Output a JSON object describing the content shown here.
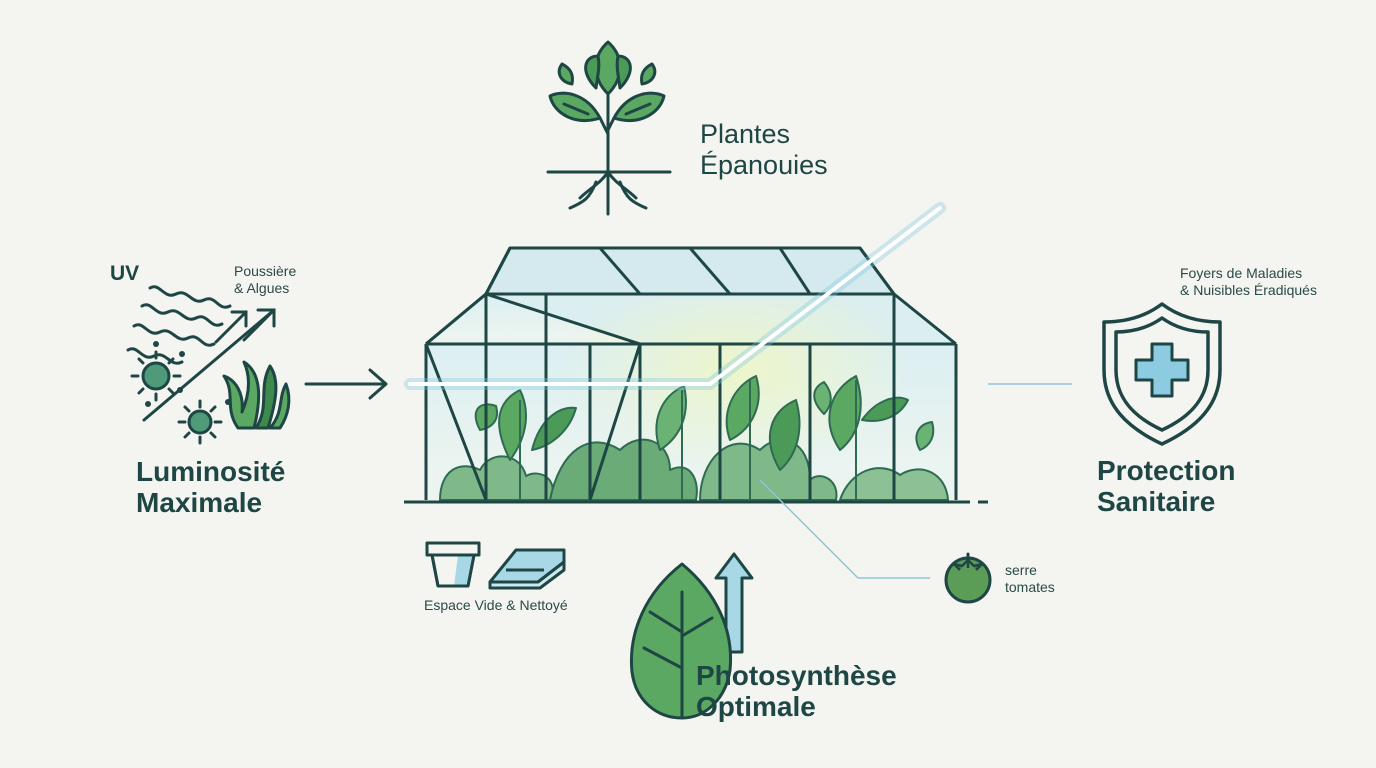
{
  "center": {
    "label_line1": "Plantes",
    "label_line2": "Épanouies"
  },
  "left": {
    "uv_label": "UV",
    "dust_line1": "Poussière",
    "dust_line2": "& Algues",
    "title_line1": "Luminosité",
    "title_line2": "Maximale"
  },
  "right": {
    "pests_line1": "Foyers de Maladies",
    "pests_line2": "& Nuisibles Éradiqués",
    "title_line1": "Protection",
    "title_line2": "Sanitaire"
  },
  "bottom_left": {
    "caption": "Espace Vide & Nettoyé"
  },
  "bottom_center": {
    "title_line1": "Photosynthèse",
    "title_line2": "Optimale"
  },
  "tomato": {
    "line1": "serre",
    "line2": "tomates"
  },
  "colors": {
    "ink": "#1e4644",
    "leaf": "#5aa862",
    "leaf_dark": "#3e8a4c",
    "glass": "#cfe8ee",
    "accent": "#7fc8dc",
    "tomato": "#5b9c56"
  }
}
